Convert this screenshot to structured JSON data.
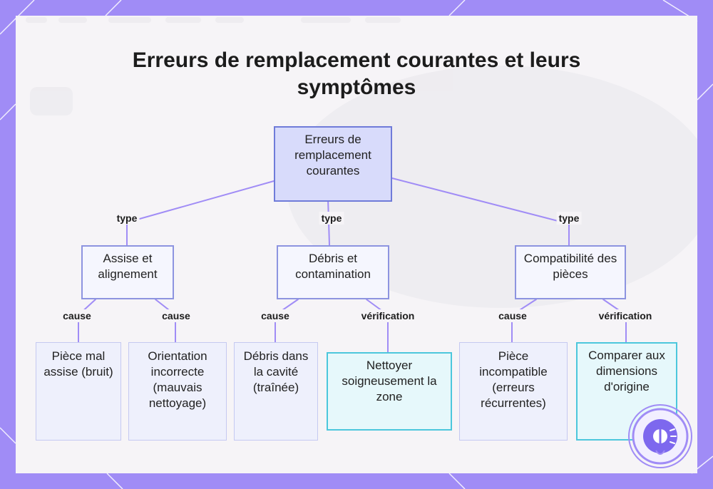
{
  "title": "Erreurs de remplacement courantes et leurs symptômes",
  "root": {
    "label": "Erreurs de remplacement courantes"
  },
  "edge_labels": {
    "type": "type",
    "cause": "cause",
    "verification": "vérification"
  },
  "categories": [
    {
      "label": "Assise et alignement",
      "children": [
        {
          "relation": "cause",
          "label": "Pièce mal assise (bruit)"
        },
        {
          "relation": "cause",
          "label": "Orientation incorrecte (mauvais nettoyage)"
        }
      ]
    },
    {
      "label": "Débris et contamination",
      "children": [
        {
          "relation": "cause",
          "label": "Débris dans la cavité (traînée)"
        },
        {
          "relation": "vérification",
          "label": "Nettoyer soigneusement la zone"
        }
      ]
    },
    {
      "label": "Compatibilité des pièces",
      "children": [
        {
          "relation": "cause",
          "label": "Pièce incompatible (erreurs récurrentes)"
        },
        {
          "relation": "vérification",
          "label": "Comparer aux dimensions d'origine"
        }
      ]
    }
  ],
  "colors": {
    "frame": "#a08cf6",
    "root_fill": "#d8dbfb",
    "root_border": "#6f7bd9",
    "connector": "#a08cf6",
    "check_border": "#4cc7dc"
  },
  "icons": [
    "logo-badge-icon"
  ]
}
